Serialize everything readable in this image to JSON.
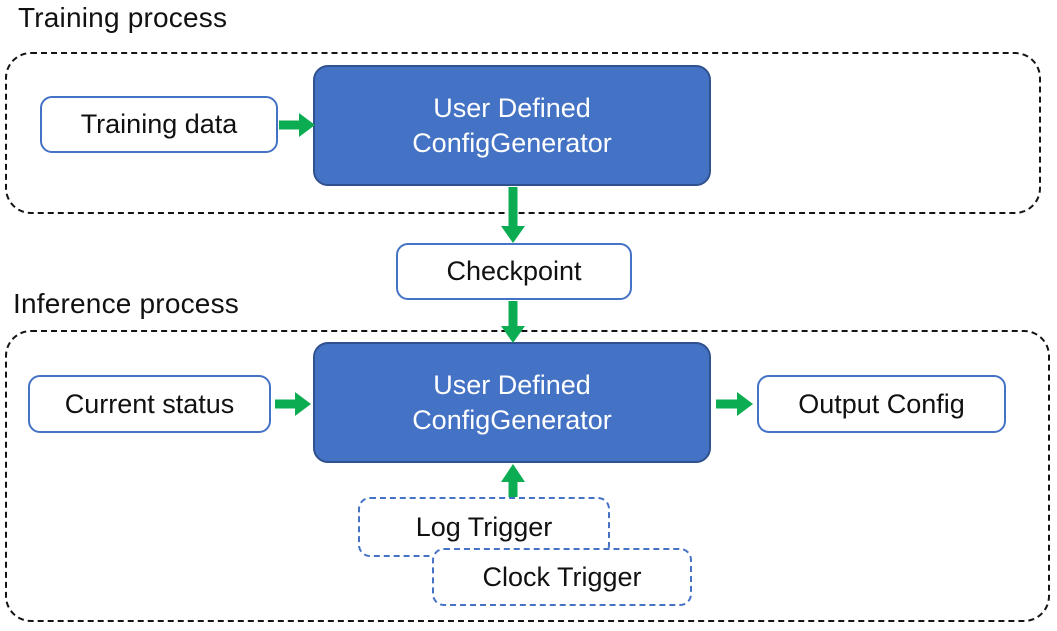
{
  "colors": {
    "accent-blue": "#4472C4",
    "dark-blue": "#2F528F",
    "green": "#0BAC52",
    "ink": "#1a1a1a"
  },
  "training": {
    "label": "Training process",
    "training_data": "Training data",
    "generator_line1": "User Defined",
    "generator_line2": "ConfigGenerator"
  },
  "checkpoint": {
    "label": "Checkpoint"
  },
  "inference": {
    "label": "Inference process",
    "current_status": "Current status",
    "generator_line1": "User Defined",
    "generator_line2": "ConfigGenerator",
    "output_config": "Output Config",
    "log_trigger": "Log Trigger",
    "clock_trigger": "Clock Trigger"
  }
}
